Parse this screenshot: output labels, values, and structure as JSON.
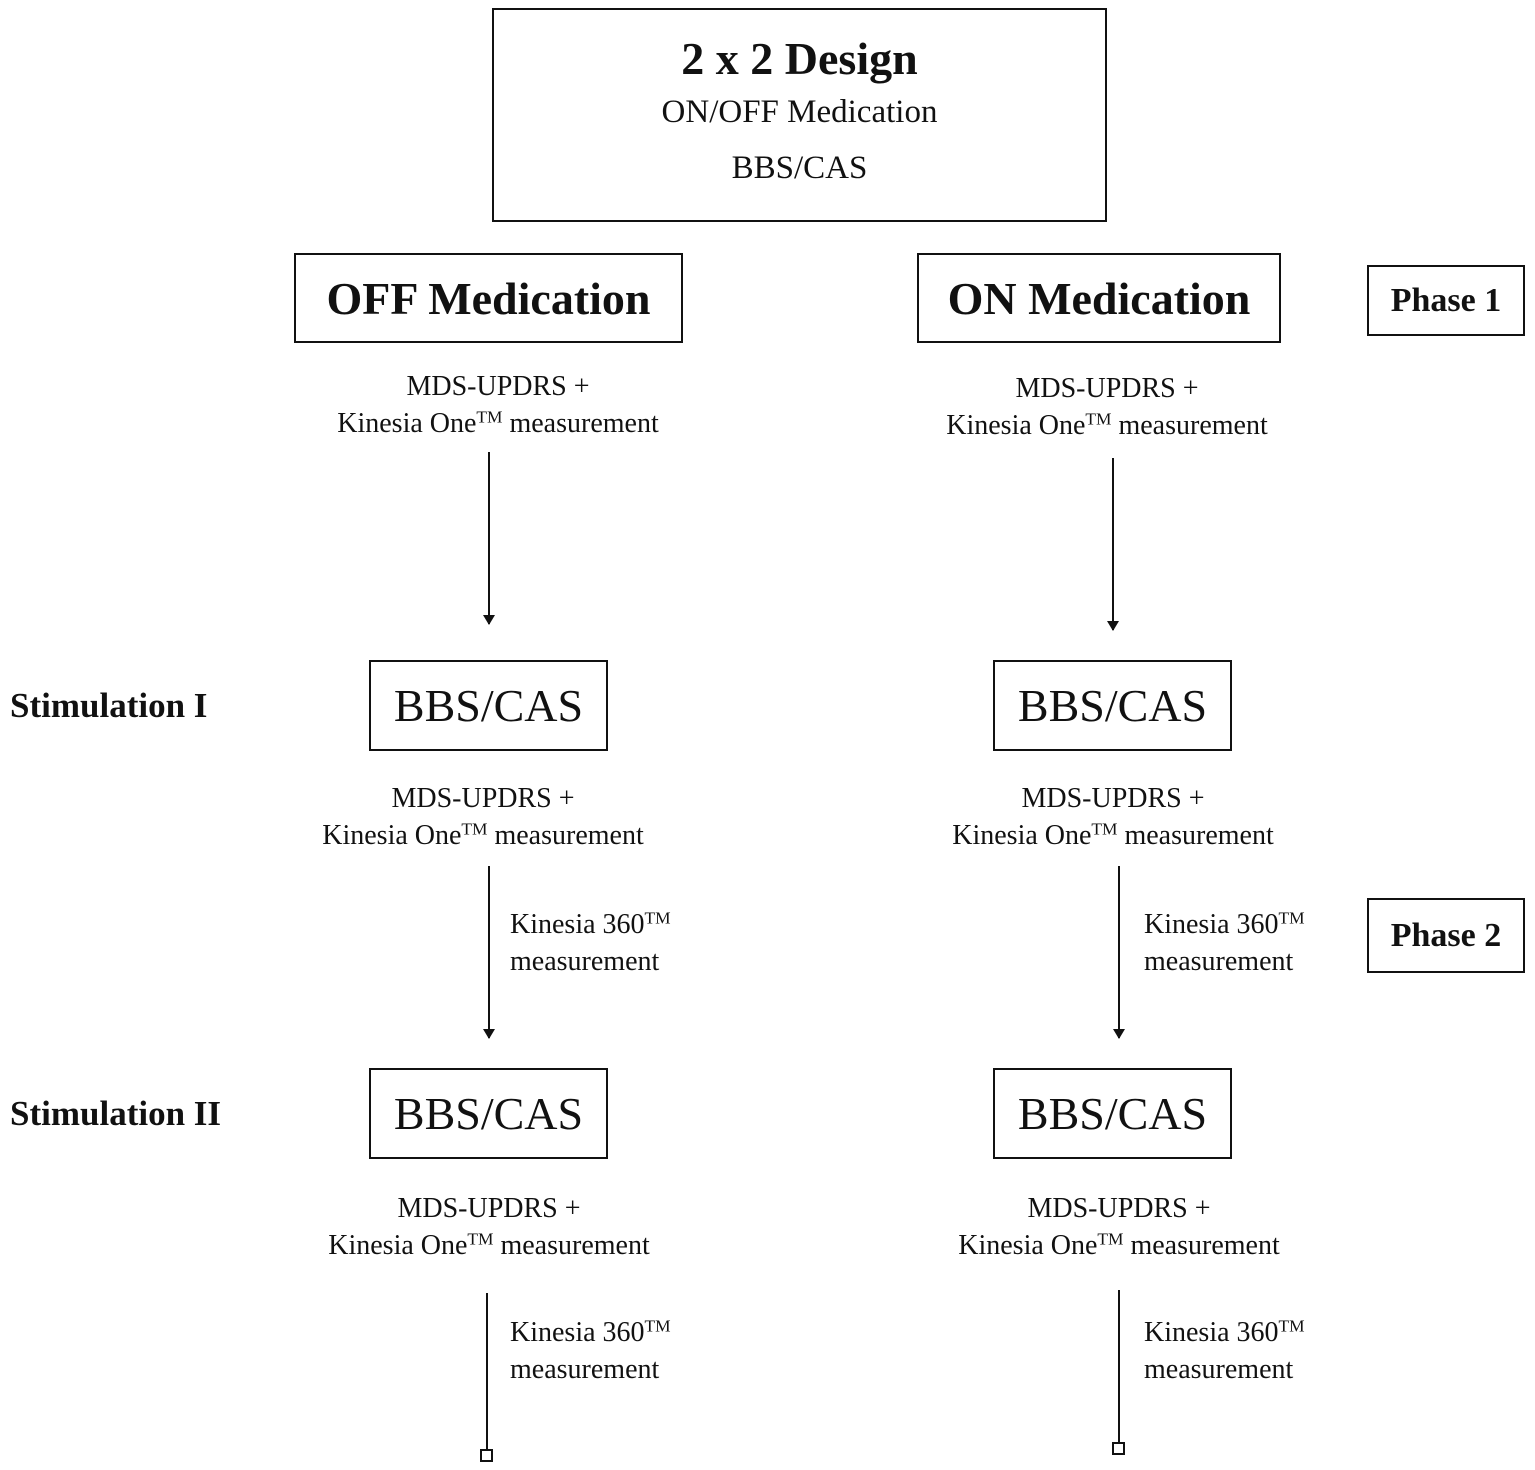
{
  "design": {
    "title": "2 x 2 Design",
    "line1": "ON/OFF Medication",
    "line2": "BBS/CAS"
  },
  "conditions": {
    "off": "OFF Medication",
    "on": "ON Medication"
  },
  "phases": {
    "phase1": "Phase 1",
    "phase2": "Phase 2"
  },
  "row_labels": {
    "stim1": "Stimulation I",
    "stim2": "Stimulation II"
  },
  "stimulation_box": "BBS/CAS",
  "measurement": {
    "line1": "MDS-UPDRS +",
    "line2_prefix": "Kinesia One",
    "line2_suffix": "measurement",
    "tm": "TM"
  },
  "side_measurement": {
    "line1_prefix": "Kinesia 360",
    "tm": "TM",
    "line2": "measurement"
  }
}
